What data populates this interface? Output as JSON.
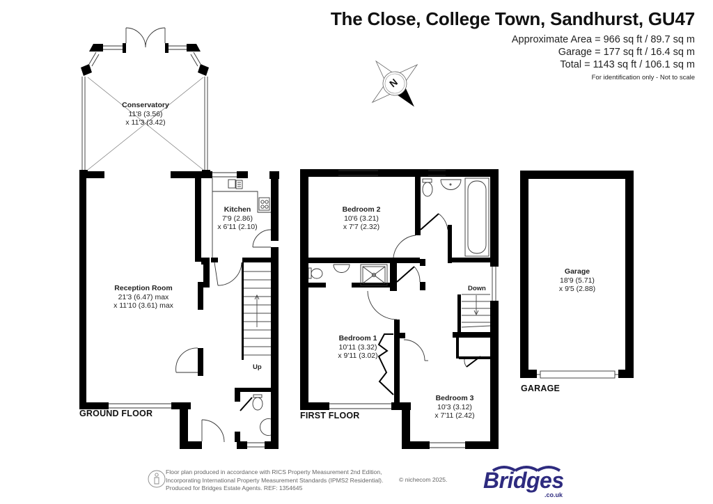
{
  "header": {
    "title": "The Close, College Town, Sandhurst, GU47",
    "areas": [
      "Approximate Area = 966 sq ft / 89.7 sq m",
      "Garage = 177 sq ft / 16.4 sq m",
      "Total = 1143 sq ft / 106.1 sq m"
    ],
    "disclaimer": "For identification only - Not to scale"
  },
  "compass": {
    "icon": "north-compass-icon",
    "label": "N"
  },
  "floors": {
    "ground": {
      "label": "GROUND FLOOR",
      "stairs_label": "Up",
      "rooms": [
        {
          "name": "Conservatory",
          "dim1": "11'8 (3.56)",
          "dim2": "x 11'3 (3.42)"
        },
        {
          "name": "Kitchen",
          "dim1": "7'9 (2.86)",
          "dim2": "x 6'11 (2.10)"
        },
        {
          "name": "Reception Room",
          "dim1": "21'3 (6.47) max",
          "dim2": "x 11'10 (3.61) max"
        }
      ]
    },
    "first": {
      "label": "FIRST FLOOR",
      "stairs_label": "Down",
      "rooms": [
        {
          "name": "Bedroom 2",
          "dim1": "10'6 (3.21)",
          "dim2": "x 7'7 (2.32)"
        },
        {
          "name": "Bedroom 1",
          "dim1": "10'11 (3.32)",
          "dim2": "x 9'11 (3.02)"
        },
        {
          "name": "Bedroom 3",
          "dim1": "10'3 (3.12)",
          "dim2": "x 7'11 (2.42)"
        }
      ]
    },
    "garage": {
      "label": "GARAGE",
      "rooms": [
        {
          "name": "Garage",
          "dim1": "18'9 (5.71)",
          "dim2": "x 9'5 (2.88)"
        }
      ]
    }
  },
  "footer": {
    "lines": [
      "Floor plan produced in accordance with RICS Property Measurement 2nd Edition,",
      "Incorporating International Property Measurement Standards (IPMS2 Residential).",
      "Produced for Bridges Estate Agents.    REF: 1354645"
    ],
    "copyright": "© nichecom 2025.",
    "logo_word": "Bridges",
    "logo_domain": ".co.uk",
    "brand_color": "#2e2b7f"
  }
}
